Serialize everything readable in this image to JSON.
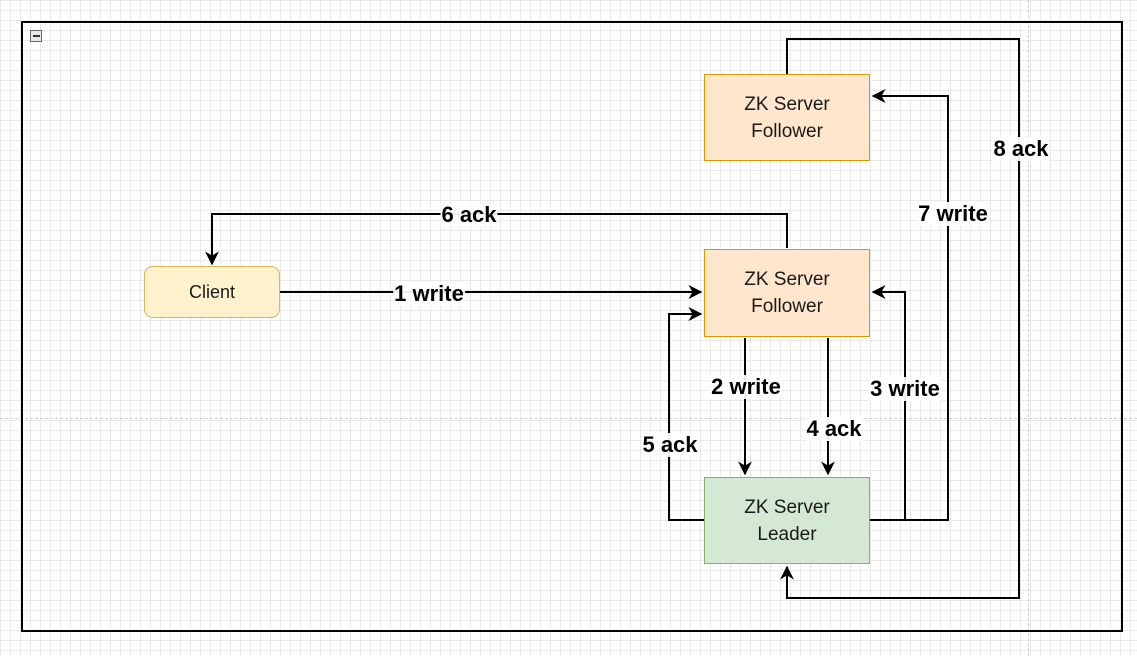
{
  "colors": {
    "client_fill": "#fff2cc",
    "client_stroke": "#d6b656",
    "follower_fill": "#ffe6cc",
    "follower_stroke": "#d79b00",
    "leader_fill": "#d5e8d4",
    "leader_stroke": "#82b366",
    "edge": "#000000"
  },
  "icons": {
    "collapse": "collapse-minus-icon"
  },
  "nodes": {
    "client": {
      "label": "Client"
    },
    "follower_top": {
      "label": "ZK Server\nFollower"
    },
    "follower_mid": {
      "label": "ZK Server\nFollower"
    },
    "leader": {
      "label": "ZK Server\nLeader"
    }
  },
  "edges": {
    "e1": {
      "label": "1 write"
    },
    "e2": {
      "label": "2 write"
    },
    "e3": {
      "label": "3 write"
    },
    "e4": {
      "label": "4 ack"
    },
    "e5": {
      "label": "5 ack"
    },
    "e6": {
      "label": "6 ack"
    },
    "e7": {
      "label": "7 write"
    },
    "e8": {
      "label": "8 ack"
    }
  }
}
